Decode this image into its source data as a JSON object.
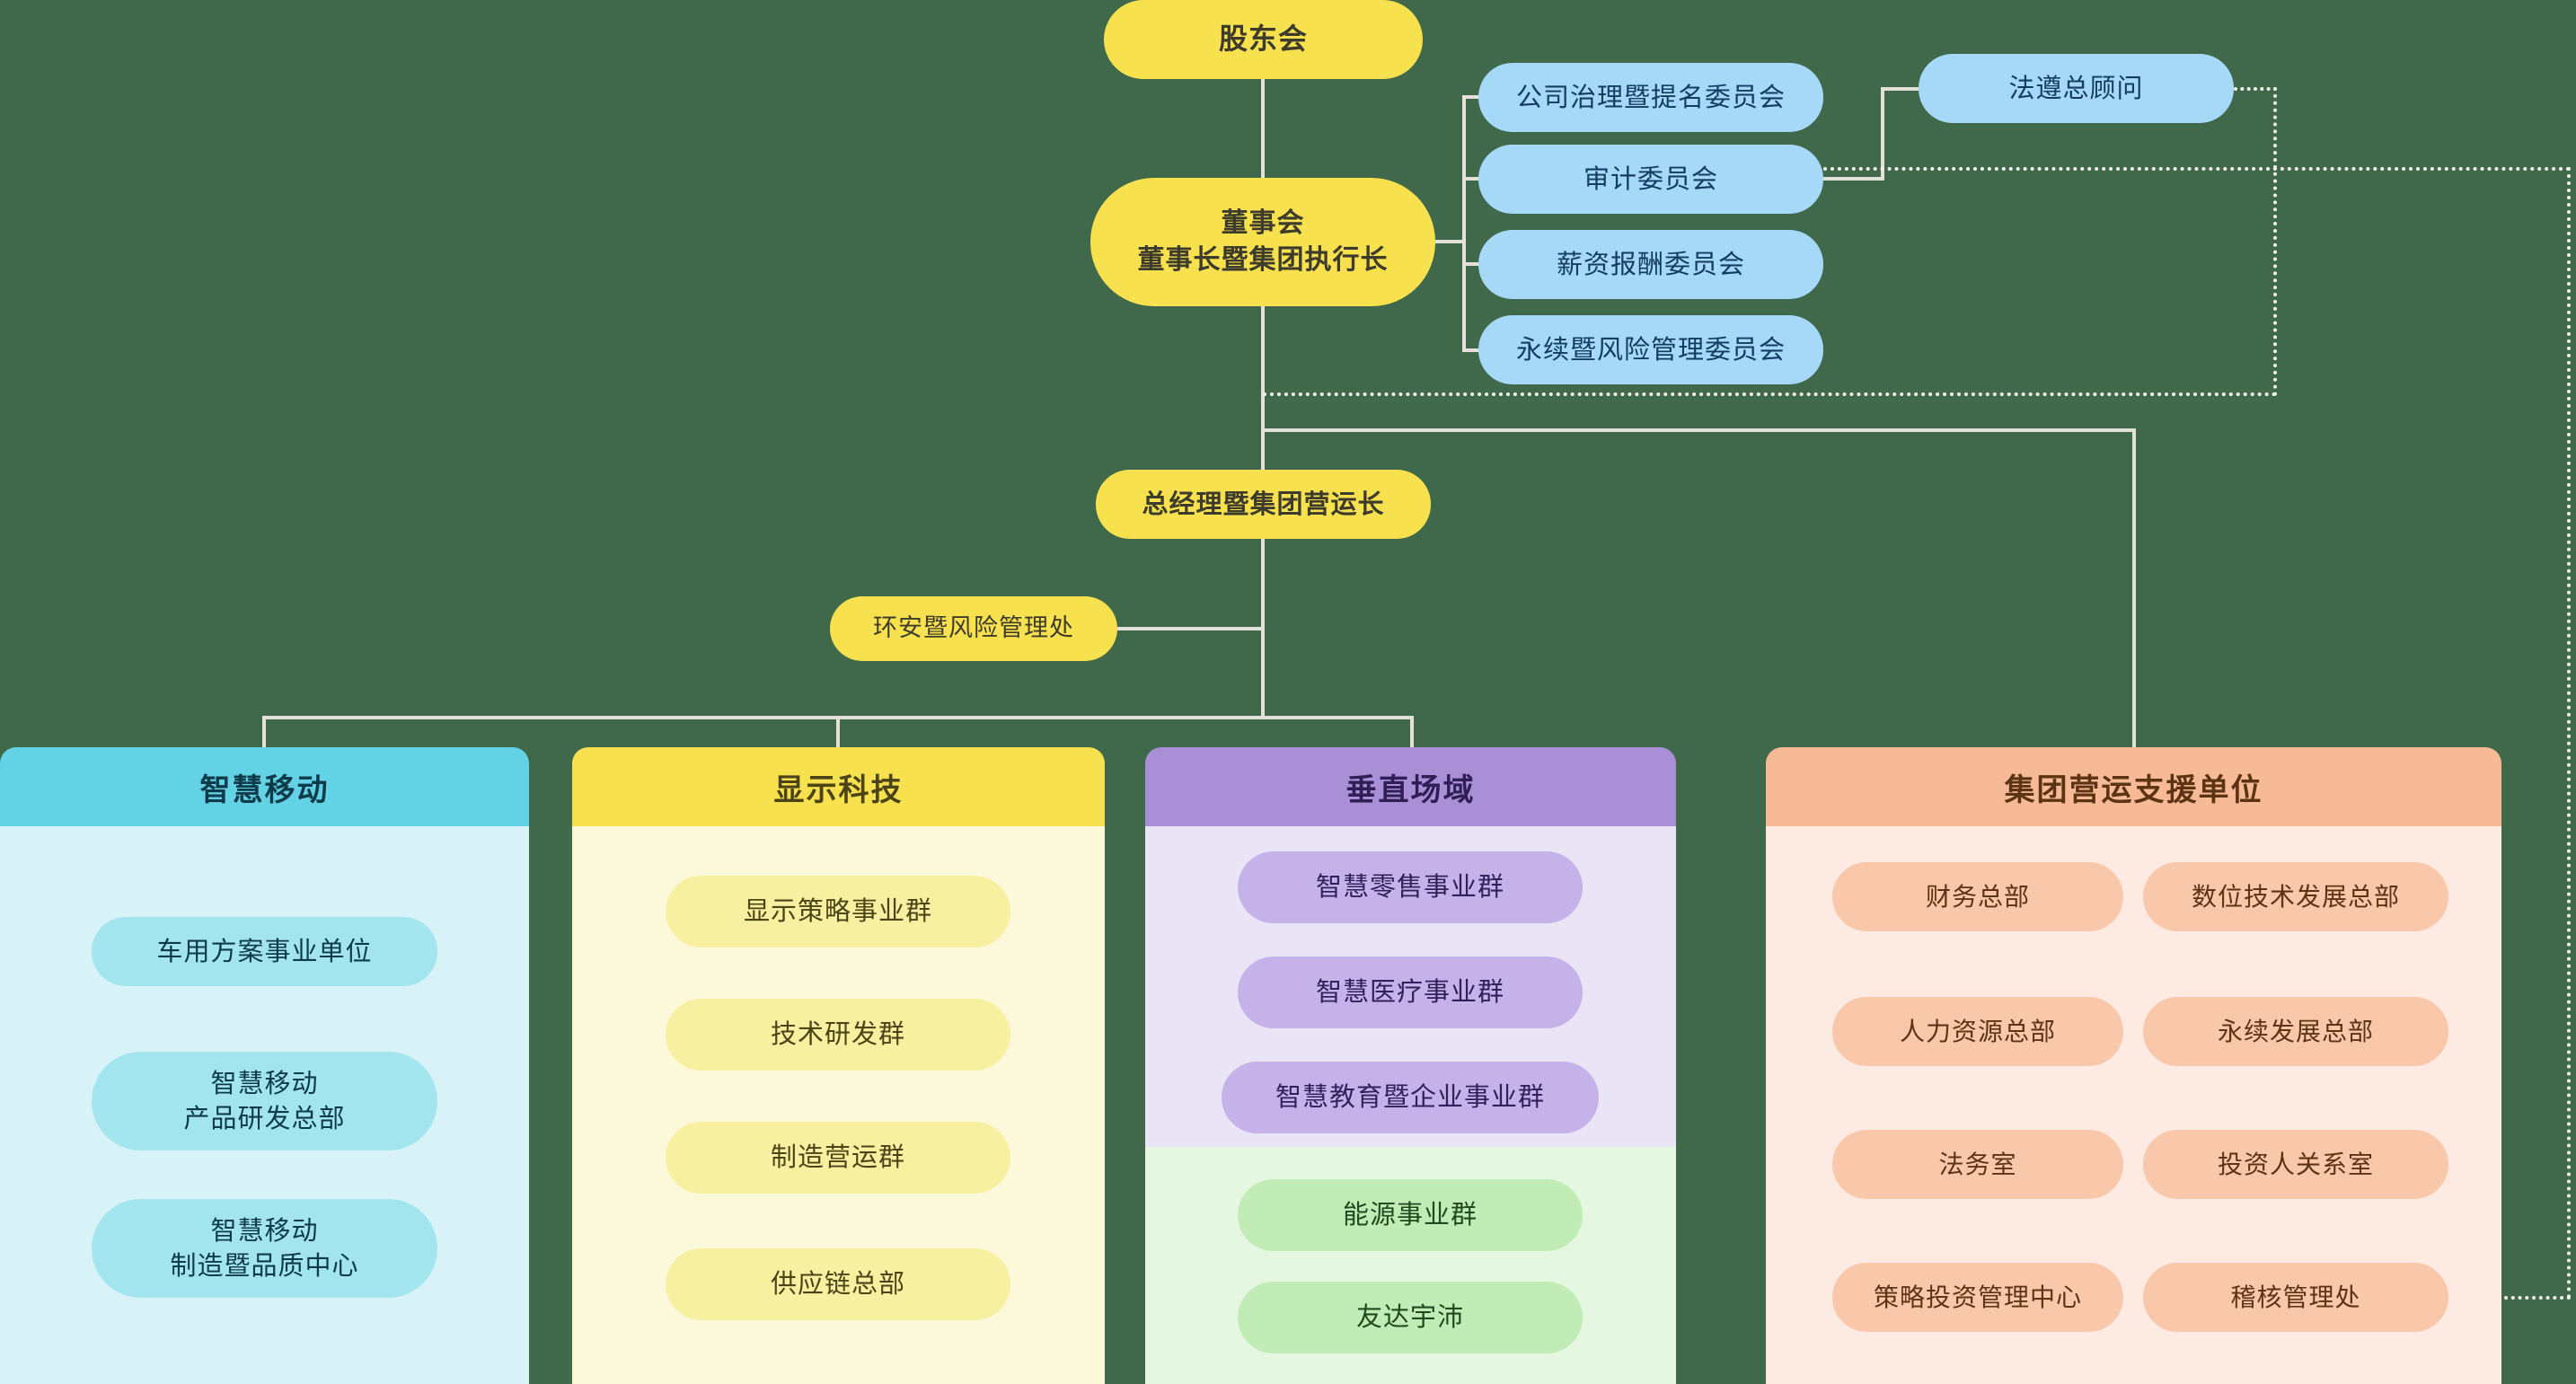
{
  "nodes": {
    "shareholders": "股东会",
    "board": "董事会\n董事长暨集团执行长",
    "compliance": "法遵总顾问",
    "president": "总经理暨集团营运长",
    "ehs": "环安暨风险管理处"
  },
  "committees": [
    "公司治理暨提名委员会",
    "审计委员会",
    "薪资报酬委员会",
    "永续暨风险管理委员会"
  ],
  "groups": [
    {
      "title": "智慧移动",
      "units": [
        "车用方案事业单位",
        "智慧移动\n产品研发总部",
        "智慧移动\n制造暨品质中心"
      ]
    },
    {
      "title": "显示科技",
      "units": [
        "显示策略事业群",
        "技术研发群",
        "制造营运群",
        "供应链总部"
      ]
    },
    {
      "title": "垂直场域",
      "units": [
        "智慧零售事业群",
        "智慧医疗事业群",
        "智慧教育暨企业事业群"
      ],
      "green_units": [
        "能源事业群",
        "友达宇沛"
      ]
    },
    {
      "title": "集团营运支援单位",
      "left_units": [
        "财务总部",
        "人力资源总部",
        "法务室",
        "策略投资管理中心"
      ],
      "right_units": [
        "数位技术发展总部",
        "永续发展总部",
        "投资人关系室",
        "稽核管理处"
      ]
    }
  ],
  "colors": {
    "background": "#40684b",
    "connector_solid": "#e4e1da",
    "connector_dotted": "#f4f2ec",
    "yellow_node": "#f8e14e",
    "blue_node": "#a6d8f7",
    "cyan_header": "#63d2e4",
    "cyan_body": "#d8f3f8",
    "cyan_pill": "#a3e5ef",
    "yellow_header": "#f8e14e",
    "yellow_body": "#fcf8da",
    "yellow_pill": "#f7f0a1",
    "purple_header": "#a98fd6",
    "purple_body": "#e9e4f6",
    "purple_pill": "#c5b2e8",
    "green_body": "#e5f6e1",
    "green_pill": "#c2ecb6",
    "orange_header": "#f7ba97",
    "orange_body": "#fdebe3",
    "orange_pill": "#f9c7a9"
  }
}
